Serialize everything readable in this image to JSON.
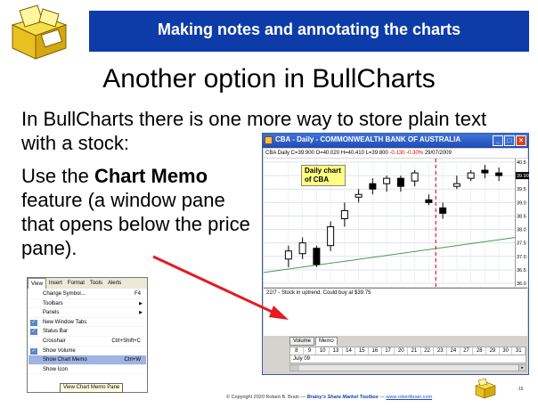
{
  "slide": {
    "banner_title": "Making notes and annotating the charts",
    "heading": "Another option in BullCharts",
    "intro": "In BullCharts there is one more way to store plain text with a stock:",
    "body_prefix": "Use the ",
    "body_bold": "Chart Memo",
    "body_suffix": " feature (a window pane that opens below the price pane).",
    "colors": {
      "banner": "#0d3ca8",
      "arrow": "#e31b23"
    }
  },
  "chart_window": {
    "title": "CBA - Daily - COMMONWEALTH BANK OF AUSTRALIA",
    "info_prefix": "CBA  Daily  C=39.900 O=40.020 H=40.410 L=39.800 ",
    "info_change": "-0.130  -0.30%",
    "info_date": "29/07/2009",
    "chart_label": "Daily chart of CBA",
    "memo_text": "22/7 - Stock in uptrend. Could buy at $39.75",
    "tabs": [
      "Volume",
      "Memo"
    ],
    "dates": [
      "8",
      "9",
      "10",
      "13",
      "14",
      "15",
      "16",
      "17",
      "20",
      "21",
      "22",
      "23",
      "24",
      "27",
      "28",
      "29",
      "30",
      "31"
    ],
    "month": "July 09",
    "price_labels": [
      "40.5",
      "40.0",
      "39.5",
      "39.0",
      "38.5",
      "38.0",
      "37.5",
      "37.0",
      "36.5",
      "36.0"
    ],
    "price_tag": "39.90"
  },
  "view_menu": {
    "menubar": [
      "View",
      "Insert",
      "Format",
      "Tools",
      "Alerts"
    ],
    "items": [
      {
        "label": "Change Symbol...",
        "shortcut": "F4",
        "checked": false
      },
      {
        "label": "Toolbars",
        "shortcut": "",
        "checked": false,
        "submenu": true
      },
      {
        "label": "Panels",
        "shortcut": "",
        "checked": false,
        "submenu": true
      },
      {
        "label": "New Window Tabs",
        "shortcut": "",
        "checked": true
      },
      {
        "label": "Status Bar",
        "shortcut": "",
        "checked": true
      },
      {
        "label": "Crosshair",
        "shortcut": "Ctrl+Shift+C",
        "checked": false
      },
      {
        "label": "Show Volume",
        "shortcut": "",
        "checked": true
      },
      {
        "label": "Show Chart Memo",
        "shortcut": "Ctrl+W",
        "checked": false
      },
      {
        "label": "Show Icon",
        "shortcut": "",
        "checked": false
      }
    ],
    "tooltip": "View Chart Memo Pane"
  },
  "footer": {
    "copyright": "© Copyright 2020 Robert B. Brain — ",
    "brand": "Brainy's Share Market Toolbox",
    "sep": " — ",
    "link": "www.robertbrain.com",
    "page_number": "16"
  },
  "chart_data": {
    "type": "candlestick",
    "title": "",
    "ylim": [
      36.0,
      40.5
    ],
    "candles": [
      {
        "open": 36.9,
        "close": 37.2,
        "high": 37.4,
        "low": 36.6
      },
      {
        "open": 37.1,
        "close": 37.5,
        "high": 37.7,
        "low": 36.9
      },
      {
        "open": 37.3,
        "close": 36.7,
        "high": 37.4,
        "low": 36.6
      },
      {
        "open": 37.4,
        "close": 38.1,
        "high": 38.3,
        "low": 37.2
      },
      {
        "open": 38.4,
        "close": 38.7,
        "high": 39.0,
        "low": 38.1
      },
      {
        "open": 39.2,
        "close": 39.3,
        "high": 39.5,
        "low": 39.0
      },
      {
        "open": 39.7,
        "close": 39.5,
        "high": 39.9,
        "low": 39.3
      },
      {
        "open": 39.7,
        "close": 39.9,
        "high": 40.0,
        "low": 39.4
      },
      {
        "open": 39.9,
        "close": 39.6,
        "high": 40.0,
        "low": 39.4
      },
      {
        "open": 39.8,
        "close": 40.1,
        "high": 40.2,
        "low": 39.6
      },
      {
        "open": 39.1,
        "close": 39.0,
        "high": 39.3,
        "low": 38.9
      },
      {
        "open": 38.8,
        "close": 38.6,
        "high": 39.0,
        "low": 38.4
      },
      {
        "open": 39.6,
        "close": 39.7,
        "high": 40.0,
        "low": 39.5
      },
      {
        "open": 39.9,
        "close": 40.1,
        "high": 40.2,
        "low": 39.8
      },
      {
        "open": 40.2,
        "close": 40.1,
        "high": 40.4,
        "low": 39.9
      },
      {
        "open": 40.1,
        "close": 40.0,
        "high": 40.3,
        "low": 39.8
      }
    ],
    "trendline": {
      "start": 36.4,
      "end": 37.7
    },
    "marker_index": 11
  }
}
